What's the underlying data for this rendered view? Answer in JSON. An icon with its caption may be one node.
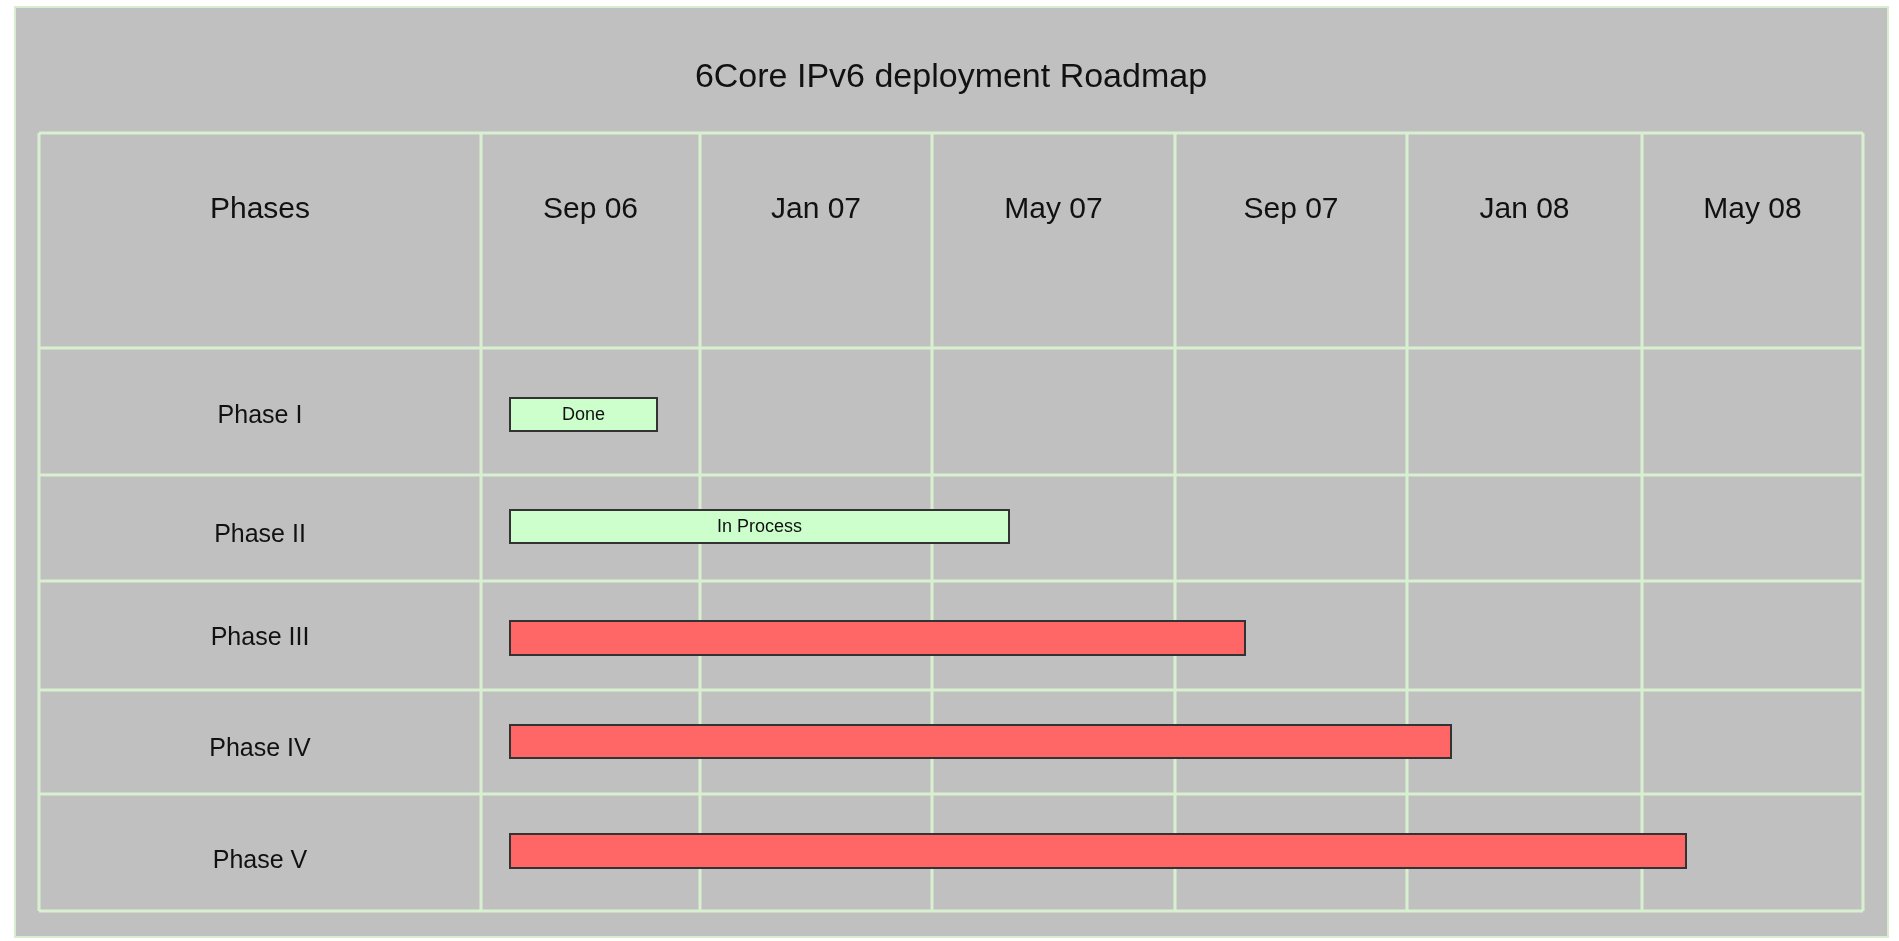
{
  "diagram": {
    "title": "6Core IPv6 deployment Roadmap",
    "nodes": [
      {
        "text": [
          "Done"
        ]
      },
      {
        "text": [
          "In Process"
        ]
      },
      {
        "text": [],
        "shape": "bar"
      },
      {
        "text": [],
        "shape": "bar"
      },
      {
        "text": [],
        "shape": "bar"
      }
    ],
    "labels": [
      "Phases",
      "Sep 06",
      "Jan 07",
      "May 07",
      "Sep 07",
      "Jan 08",
      "May 08",
      "Phase I",
      "Phase II",
      "Phase III",
      "Phase IV",
      "Phase V"
    ]
  }
}
